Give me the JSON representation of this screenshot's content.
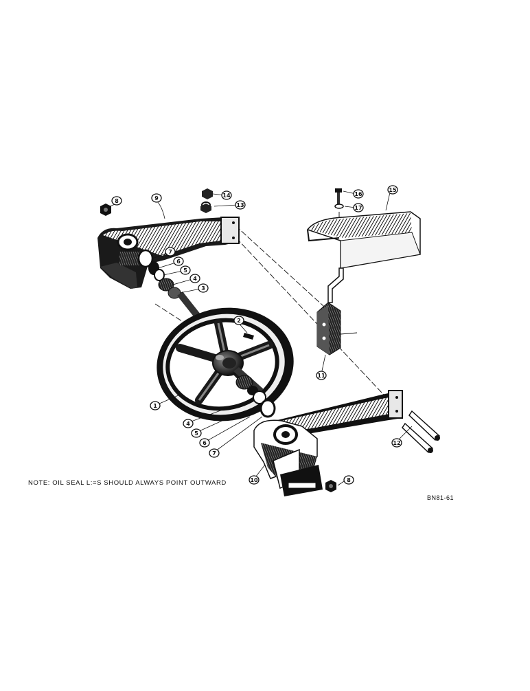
{
  "note": "NOTE: OIL SEAL L:=S SHOULD ALWAYS POINT OUTWARD",
  "drawing_code": "BN81-61",
  "callouts": [
    "8",
    "9",
    "7",
    "6",
    "5",
    "4",
    "3",
    "2",
    "1",
    "4",
    "5",
    "6",
    "7",
    "14",
    "13",
    "16",
    "17",
    "15",
    "11",
    "12",
    "10",
    "8"
  ]
}
